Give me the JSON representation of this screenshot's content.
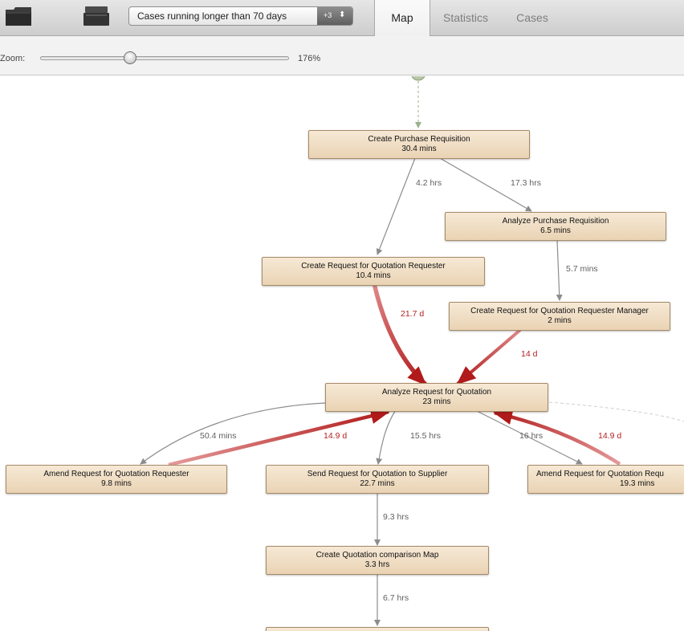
{
  "toolbar": {
    "filter": {
      "label": "Cases running longer than 70 days",
      "count": "+3",
      "stepper": "⬍"
    },
    "tabs": [
      {
        "label": "Map",
        "active": true
      },
      {
        "label": "Statistics",
        "active": false
      },
      {
        "label": "Cases",
        "active": false
      }
    ],
    "icons": [
      "folder-icon",
      "archive-icon"
    ]
  },
  "zoom": {
    "label": "Zoom:",
    "value": "176%",
    "level": 0.36
  },
  "map": {
    "nodes": [
      {
        "name": "Create Purchase Requisition",
        "duration": "30.4 mins"
      },
      {
        "name": "Analyze Purchase Requisition",
        "duration": "6.5 mins"
      },
      {
        "name": "Create Request for Quotation Requester",
        "duration": "10.4 mins"
      },
      {
        "name": "Create Request for Quotation Requester Manager",
        "duration": "2 mins"
      },
      {
        "name": "Analyze Request for Quotation",
        "duration": "23 mins"
      },
      {
        "name": "Amend Request for Quotation Requester",
        "duration": "9.8 mins"
      },
      {
        "name": "Send Request for Quotation to Supplier",
        "duration": "22.7 mins"
      },
      {
        "name": "Amend Request for Quotation Requ",
        "duration": "19.3 mins"
      },
      {
        "name": "Create Quotation comparison Map",
        "duration": "3.3 hrs"
      }
    ],
    "edges": [
      {
        "label": "4.2 hrs",
        "highlight": false
      },
      {
        "label": "17.3 hrs",
        "highlight": false
      },
      {
        "label": "5.7 mins",
        "highlight": false
      },
      {
        "label": "21.7 d",
        "highlight": true
      },
      {
        "label": "14 d",
        "highlight": true
      },
      {
        "label": "50.4 mins",
        "highlight": false
      },
      {
        "label": "14.9 d",
        "highlight": true
      },
      {
        "label": "15.5 hrs",
        "highlight": false
      },
      {
        "label": "16 hrs",
        "highlight": false
      },
      {
        "label": "14.9 d",
        "highlight": true
      },
      {
        "label": "9.3 hrs",
        "highlight": false
      },
      {
        "label": "6.7 hrs",
        "highlight": false
      }
    ]
  },
  "colors": {
    "node_fill": "#eedfc6",
    "node_border": "#a58a66",
    "edge_normal": "#8c8c8c",
    "edge_highlight": "#b11a1a",
    "label_highlight": "#b42020"
  }
}
